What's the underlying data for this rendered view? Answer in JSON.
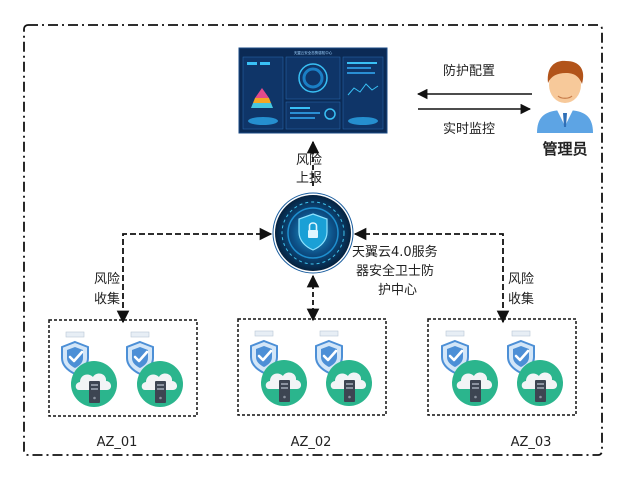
{
  "diagram": {
    "dashboard": {
      "title": "天翼云安全态势感知中心"
    },
    "admin": {
      "label": "管理员"
    },
    "arrows": {
      "protect_config": "防护配置",
      "realtime_monitor": "实时监控",
      "risk_report_line1": "风险",
      "risk_report_line2": "上报"
    },
    "center": {
      "line1": "天翼云4.0服务",
      "line2": "器安全卫士防",
      "line3": "护中心"
    },
    "zones": [
      {
        "name": "AZ_01",
        "collect_line1": "风险",
        "collect_line2": "收集"
      },
      {
        "name": "AZ_02"
      },
      {
        "name": "AZ_03",
        "collect_line1": "风险",
        "collect_line2": "收集"
      }
    ]
  },
  "colors": {
    "dash_border": "#111111",
    "arrow": "#111111",
    "cloud_teal": "#2bb58d",
    "cloud_white": "#f2f4f6",
    "server_dark": "#3d4552",
    "shield_blue": "#4c8fd6",
    "shield_light": "#d3e6f8",
    "screen_bg": "#0b2a55",
    "hub_ring": "#1c5fa0",
    "admin_shirt": "#5da4e4",
    "admin_hair": "#b2541a",
    "admin_skin": "#f7c99a"
  }
}
